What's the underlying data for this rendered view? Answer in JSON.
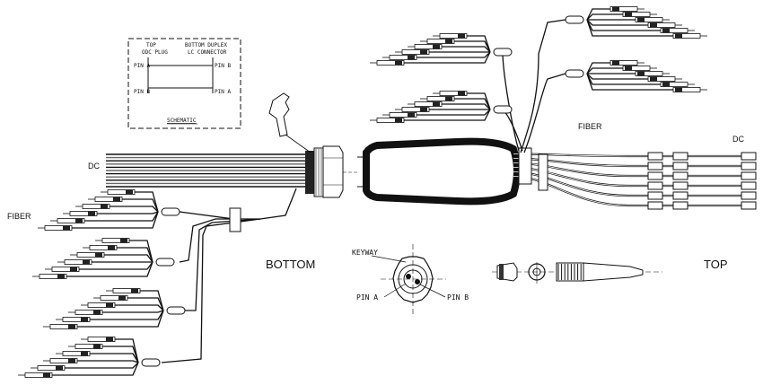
{
  "schematic": {
    "col_left_title": [
      "TOP",
      "ODC PLUG"
    ],
    "col_right_title": [
      "BOTTOM DUPLEX",
      "LC CONNECTOR"
    ],
    "row1_left": "PIN A",
    "row1_right": "PIN B",
    "row2_left": "PIN B",
    "row2_right": "PIN A",
    "caption": "SCHEMATIC"
  },
  "labels": {
    "dc_left": "DC",
    "dc_right": "DC",
    "fiber_left": "FIBER",
    "fiber_right": "FIBER",
    "bottom": "BOTTOM",
    "top": "TOP"
  },
  "connector_face": {
    "keyway": "KEYWAY",
    "pin_a": "PIN A",
    "pin_b": "PIN B"
  }
}
